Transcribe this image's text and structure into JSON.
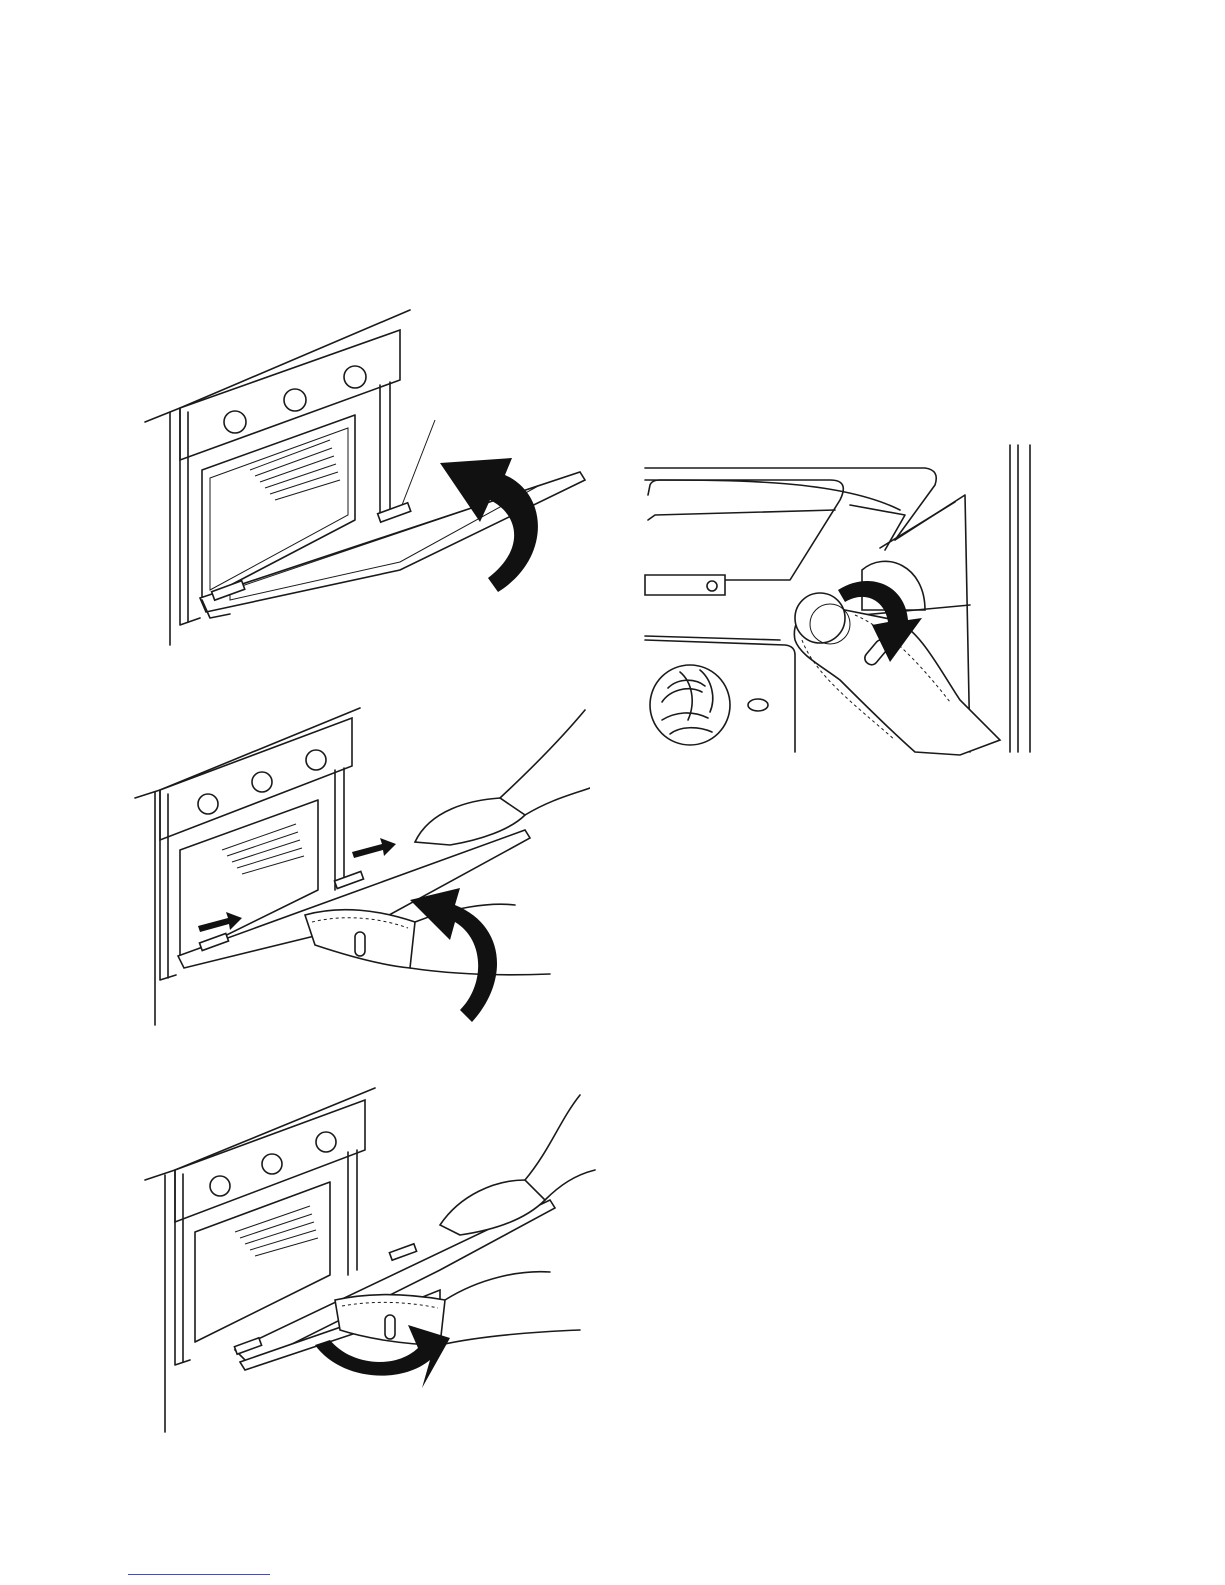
{
  "page": {
    "figures": [
      {
        "icon": "oven-door-remove-step1-illustration"
      },
      {
        "icon": "oven-door-remove-step2-illustration"
      },
      {
        "icon": "oven-door-remove-step3-illustration"
      },
      {
        "icon": "oven-lamp-cover-illustration"
      }
    ],
    "footer": {
      "link_text": ""
    }
  }
}
